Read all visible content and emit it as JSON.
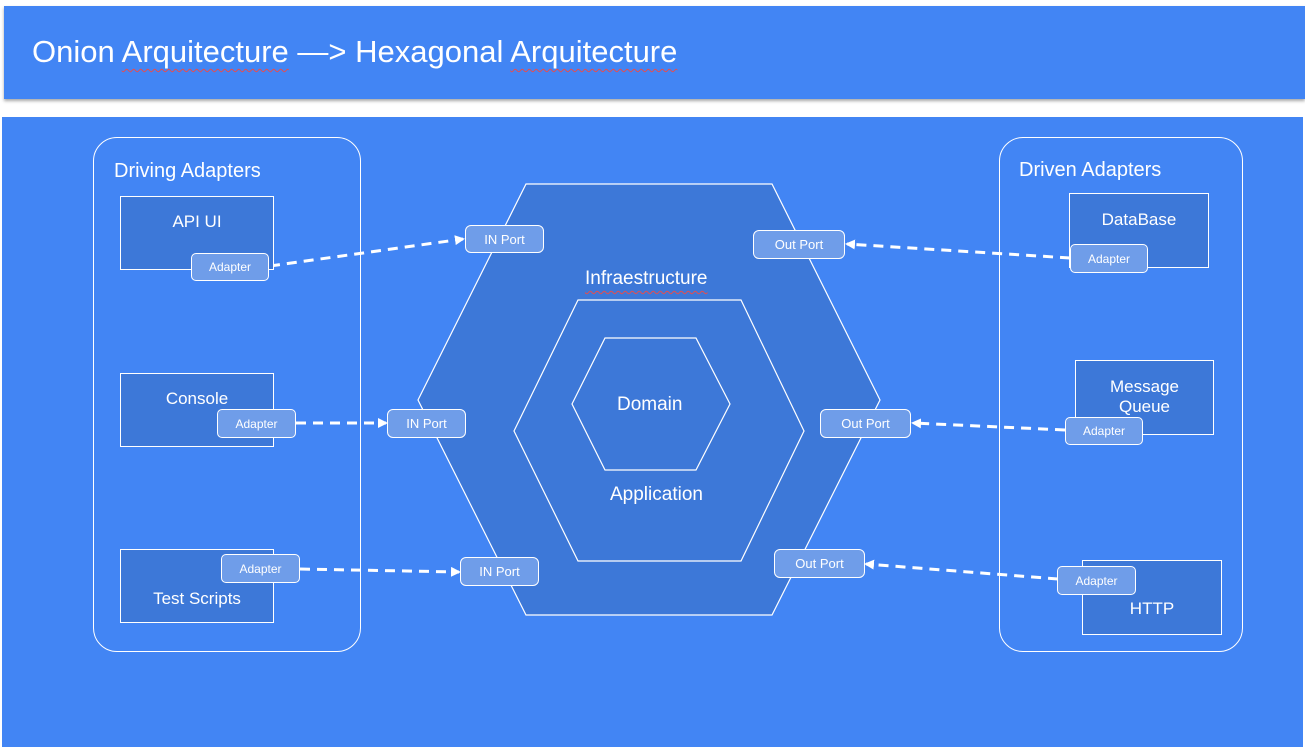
{
  "title": {
    "part1": "Onion",
    "word1": "Arquitecture",
    "arrow": " —> Hexagonal ",
    "word2": "Arquitecture"
  },
  "left_panel": {
    "title": "Driving Adapters",
    "items": [
      {
        "label": "API UI",
        "adapter": "Adapter"
      },
      {
        "label": "Console",
        "adapter": "Adapter"
      },
      {
        "label": "Test Scripts",
        "adapter": "Adapter"
      }
    ]
  },
  "right_panel": {
    "title": "Driven Adapters",
    "items": [
      {
        "label": "DataBase",
        "adapter": "Adapter"
      },
      {
        "label_line1": "Message",
        "label_line2": "Queue",
        "adapter": "Adapter"
      },
      {
        "label": "HTTP",
        "adapter": "Adapter"
      }
    ]
  },
  "hexagon": {
    "outer_label": "Infraestructure",
    "middle_label": "Application",
    "inner_label": "Domain"
  },
  "ports": {
    "in": [
      "IN Port",
      "IN Port",
      "IN Port"
    ],
    "out": [
      "Out Port",
      "Out Port",
      "Out Port"
    ]
  },
  "colors": {
    "background": "#4285f4",
    "box": "#3d78d8",
    "pill": "#6f9de9",
    "stroke": "#ffffff"
  }
}
